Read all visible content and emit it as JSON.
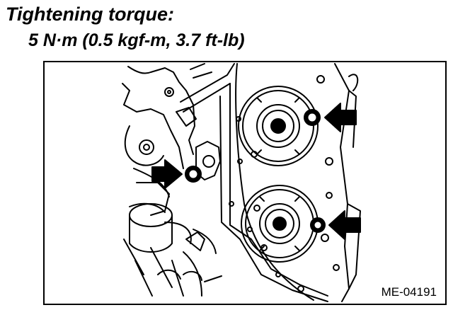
{
  "heading": {
    "title": "Tightening torque:",
    "spec": "5 N·m (0.5 kgf-m, 3.7 ft-lb)"
  },
  "figure": {
    "code": "ME-04191",
    "arrow_icon": "solid-arrow-icon",
    "bolt_icon": "bolt-icon",
    "line_color": "#000000",
    "fill_color": "#ffffff"
  }
}
